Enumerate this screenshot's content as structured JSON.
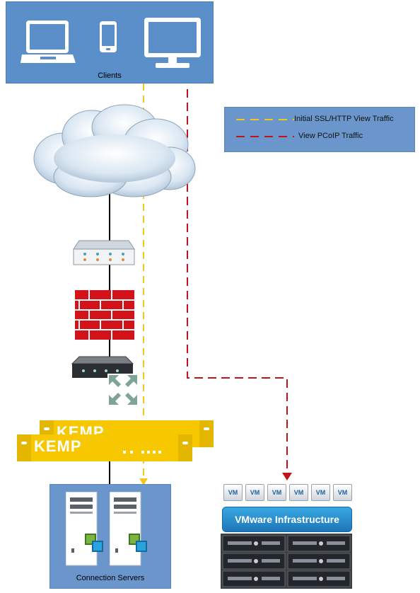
{
  "clients": {
    "label": "Clients"
  },
  "legend": {
    "items": [
      {
        "label": "Initial SSL/HTTP View Traffic",
        "color": "#f5c518"
      },
      {
        "label": "View PCoIP Traffic",
        "color": "#c0141c"
      }
    ]
  },
  "load_balancer": {
    "brand": "KEMP"
  },
  "infrastructure": {
    "title": "VMware Infrastructure",
    "vm_labels": [
      "VM",
      "VM",
      "VM",
      "VM",
      "VM",
      "VM"
    ]
  },
  "connection_servers": {
    "label": "Connection Servers"
  },
  "icons": [
    "laptop-icon",
    "phone-icon",
    "monitor-icon",
    "cloud-icon",
    "modem-icon",
    "firewall-icon",
    "switch-icon",
    "server-icon",
    "vmware-logo-icon"
  ]
}
